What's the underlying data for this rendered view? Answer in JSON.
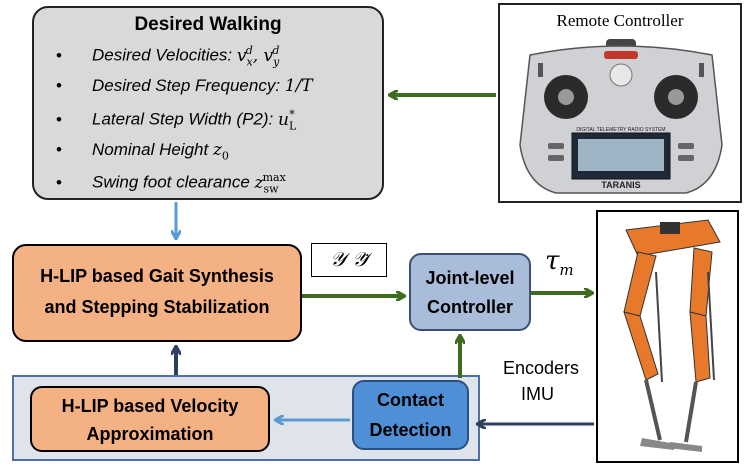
{
  "desired": {
    "title": "Desired Walking",
    "items": [
      {
        "label": "Desired Velocities: ",
        "math": "v",
        "sub": "x",
        "sup": "d",
        "math2": ", v",
        "sub2": "y",
        "sup2": "d"
      },
      {
        "label": "Desired Step Frequency: ",
        "math": "1/T"
      },
      {
        "label": "Lateral Step Width (P2): ",
        "math": "u",
        "sub": "L",
        "sup": "*"
      },
      {
        "label": "Nominal Height ",
        "math": "z",
        "sub": "0"
      },
      {
        "label": "Swing foot clearance ",
        "math": "z",
        "sub": "sw",
        "sup": "max"
      }
    ]
  },
  "remote": {
    "title": "Remote Controller",
    "screen_brand": "TARANIS",
    "screen_caption": "DIGITAL TELEMETRY RADIO SYSTEM"
  },
  "gait": {
    "line1": "H-LIP based Gait Synthesis",
    "line2": "and Stepping Stabilization"
  },
  "outputs": {
    "label": "𝒴 𝒴̇"
  },
  "joint": {
    "line1": "Joint-level",
    "line2": "Controller"
  },
  "torque": {
    "symbol": "τ",
    "sub": "m"
  },
  "velocity": {
    "line1": "H-LIP based Velocity",
    "line2": "Approximation"
  },
  "contact": {
    "line1": "Contact",
    "line2": "Detection"
  },
  "sensors": {
    "line1": "Encoders",
    "line2": "IMU"
  },
  "colors": {
    "orange": "#f4b183",
    "blue": "#4f8fd6",
    "gray": "#d9d9d9",
    "green_arrow": "#3d6b1f",
    "blue_arrow": "#5b9bd5",
    "navy_arrow": "#2f3f5f"
  }
}
